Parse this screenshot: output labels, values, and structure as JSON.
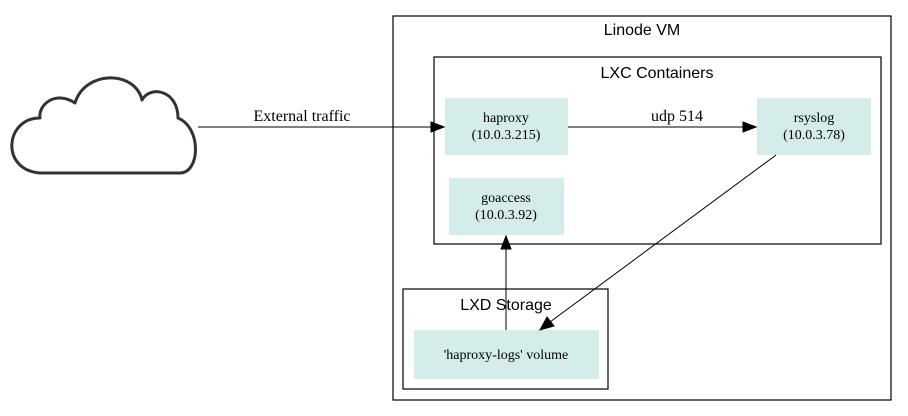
{
  "colors": {
    "node_fill": "#d4ecea",
    "cloud_stroke": "#333333"
  },
  "icons": {
    "cloud": "cloud-icon"
  },
  "clusters": {
    "vm": {
      "label": "Linode VM"
    },
    "lxc": {
      "label": "LXC Containers"
    },
    "storage": {
      "label": "LXD Storage"
    }
  },
  "nodes": {
    "haproxy": {
      "line1": "haproxy",
      "line2": "(10.0.3.215)"
    },
    "rsyslog": {
      "line1": "rsyslog",
      "line2": "(10.0.3.78)"
    },
    "goaccess": {
      "line1": "goaccess",
      "line2": "(10.0.3.92)"
    },
    "volume": {
      "label": "'haproxy-logs' volume"
    }
  },
  "edges": {
    "external": {
      "label": "External traffic"
    },
    "udp": {
      "label": "udp 514"
    }
  }
}
